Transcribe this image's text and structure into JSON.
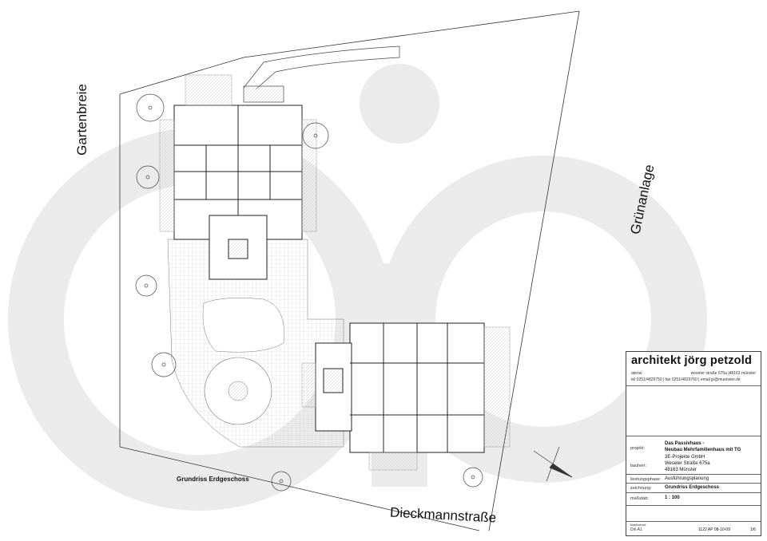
{
  "streets": {
    "west": "Gartenbreie",
    "east": "Grünanlage",
    "south": "Dieckmannstraße"
  },
  "plan_label": "Grundriss Erdgeschoss",
  "title_block": {
    "firm": "architekt jörg petzold",
    "address_left": "atenw",
    "address_right": "weseler straße 675a  |48163 münster",
    "contact": "tel 0251/4829750 | fax 0251/4829760 | email jp@muenster.de",
    "project_label": "projekt:",
    "project_line1": "Das Passivhaus -",
    "project_line2": "Neubau Mehrfamilienhaus mit TG",
    "client_label": "bauherr:",
    "client_lines": [
      "3E-Projekte GmbH",
      "Weseler Straße 675a",
      "48163 Münster"
    ],
    "phase_label": "leistungsphase:",
    "phase_value": "Ausführungsplanung",
    "drawing_label": "zeichnung:",
    "drawing_value": "Grundriss Erdgeschoss",
    "scale_label": "maßstab:",
    "scale_value": "1 : 100",
    "format_label": "blattformat:",
    "format_value": "Din A1",
    "plan_number": "1122 AP 08-10-09",
    "sheet_number": "1/6"
  }
}
